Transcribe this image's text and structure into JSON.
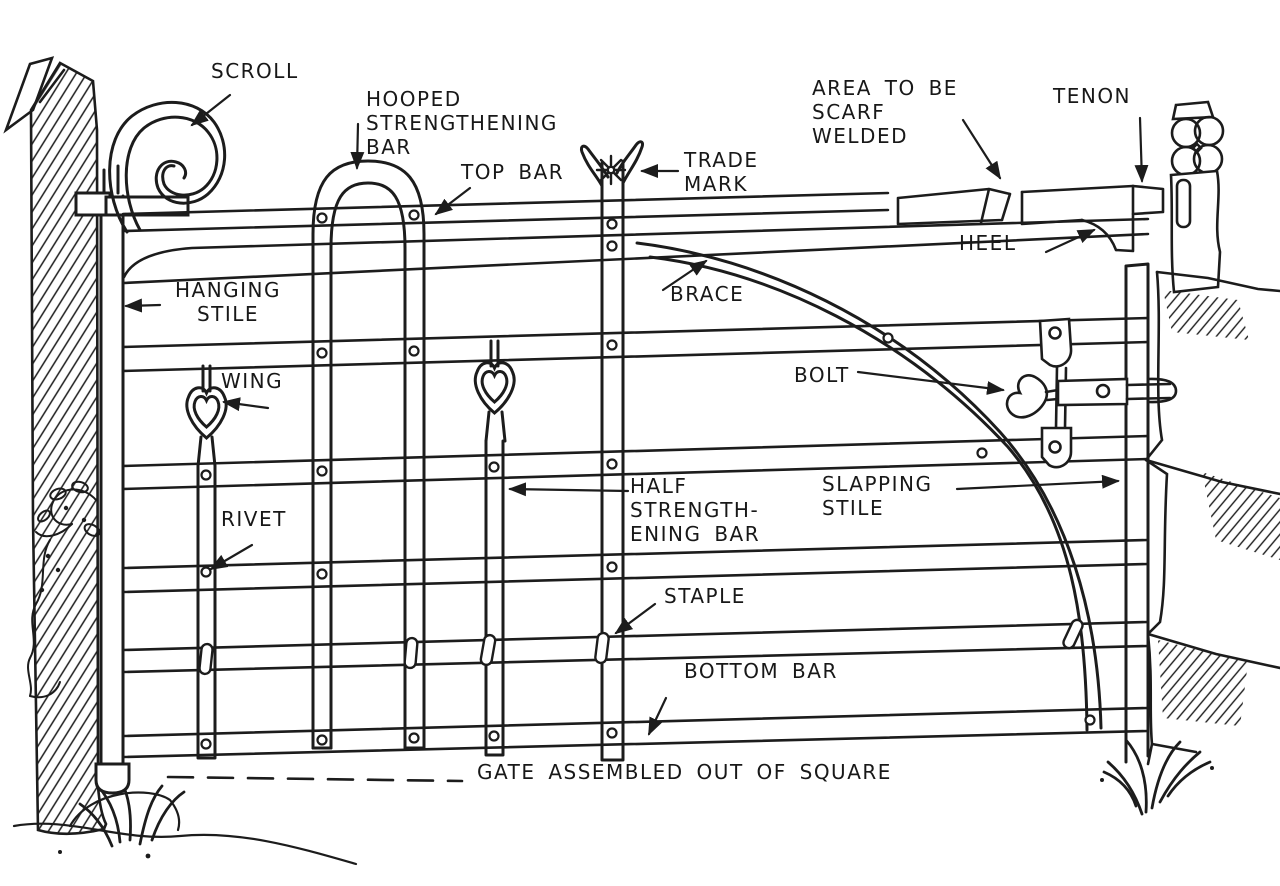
{
  "meta": {
    "type": "labeled_line_diagram",
    "depicts": "Hand-drawn wrought iron field gate with parts labelled",
    "ink_color": "#1c1c1c",
    "paper_color": "#ffffff"
  },
  "labels": {
    "scroll": "SCROLL",
    "hooped_bar": "HOOPED\nSTRENGTHENING\nBAR",
    "top_bar": "TOP BAR",
    "trade_mark": "TRADE\nMARK",
    "scarf_weld": "AREA TO BE\nSCARF\nWELDED",
    "tenon": "TENON",
    "heel": "HEEL",
    "hanging_stile": "HANGING\nSTILE",
    "brace": "BRACE",
    "wing": "WING",
    "bolt": "BOLT",
    "rivet": "RIVET",
    "half_bar": "HALF\nSTRENGTH-\nENING BAR",
    "slapping_stile": "SLAPPING\nSTILE",
    "staple": "STAPLE",
    "bottom_bar": "BOTTOM BAR",
    "out_of_square": "GATE ASSEMBLED OUT OF SQUARE"
  }
}
